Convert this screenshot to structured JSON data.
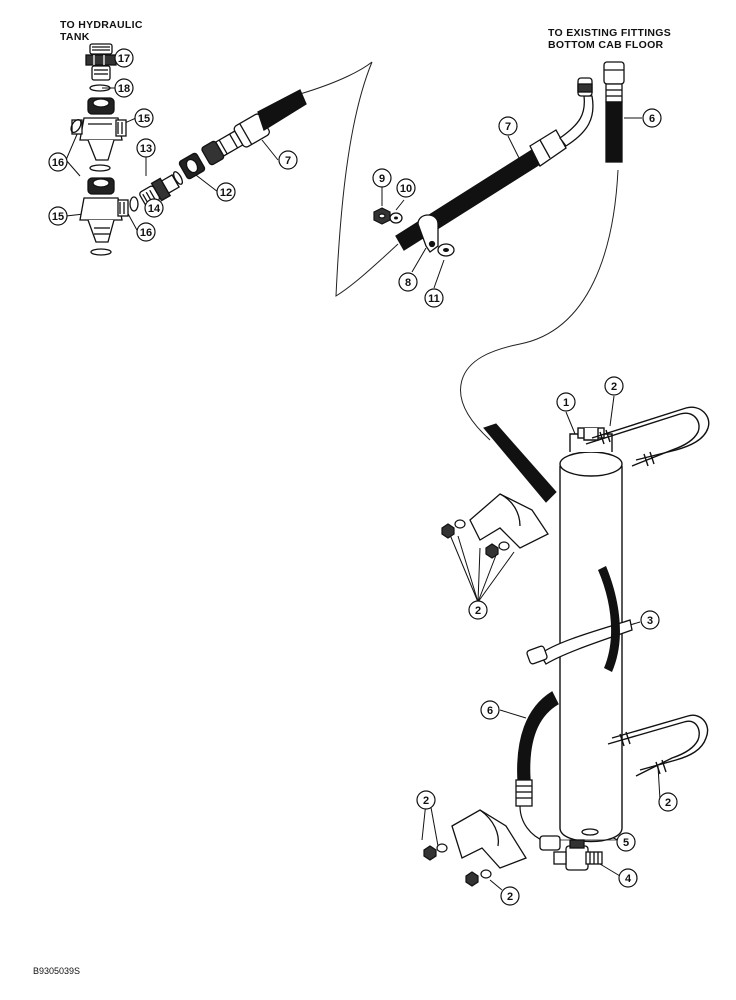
{
  "labels": {
    "hydraulic_tank_line1": "TO HYDRAULIC",
    "hydraulic_tank_line2": "TANK",
    "cab_floor_line1": "TO EXISTING FITTINGS",
    "cab_floor_line2": "BOTTOM CAB FLOOR",
    "drawing_code": "B9305039S"
  },
  "callouts": [
    "1",
    "2",
    "3",
    "4",
    "5",
    "6",
    "7",
    "8",
    "9",
    "10",
    "11",
    "12",
    "13",
    "14",
    "15",
    "16",
    "17",
    "18"
  ]
}
